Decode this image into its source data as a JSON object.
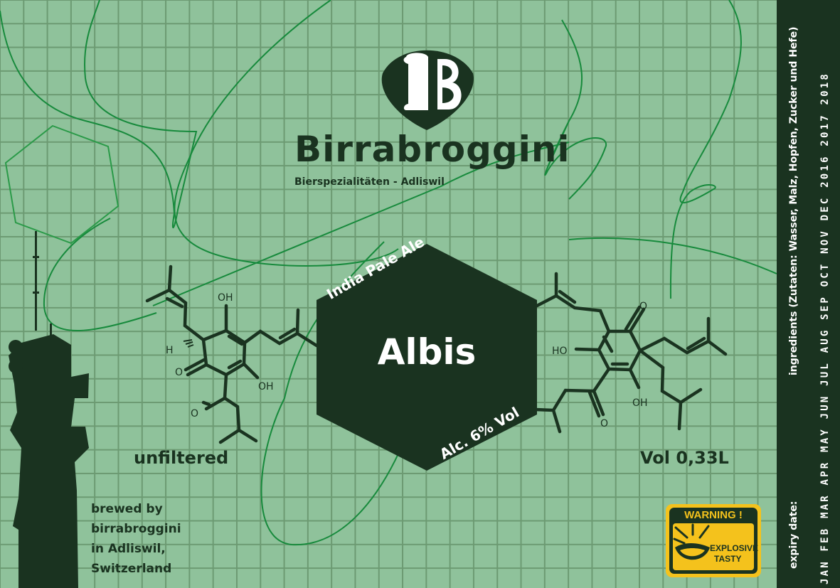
{
  "brand": {
    "name": "Birrabroggini",
    "subtitle": "Bierspezialitäten - Adliswil",
    "logo_letter": "B",
    "logo_icon": "beer-mug-B-icon"
  },
  "beer": {
    "style": "India Pale Ale",
    "name": "Albis",
    "alcohol": "Alc. 6% Vol",
    "filtration": "unfiltered",
    "volume": "Vol 0,33L"
  },
  "brewer": {
    "line1": "brewed by",
    "line2": "birrabroggini",
    "line3": "in Adliswil,",
    "line4": "Switzerland"
  },
  "side_panel": {
    "ingredients": "ingredients (Zutaten: Wasser, Malz, Hopfen, Zucker und Hefe)",
    "expiry_label": "expiry date:",
    "months": "JAN FEB MAR APR MAY JUN JUL AUG SEP OCT NOV DEC 2016 2017 2018"
  },
  "warning": {
    "title": "WARNING !",
    "line1": "EXPLOSIVE",
    "line2": "TASTY",
    "icon": "exploding-mouth-icon"
  },
  "colors": {
    "background": "#8fc29b",
    "grid": "#6c9a72",
    "dark": "#1a3320",
    "curve": "#178a3c",
    "warning_yellow": "#f4c21c",
    "white": "#ffffff"
  },
  "molecule_labels": {
    "left_oh_top": "OH",
    "left_h": "H",
    "left_o1": "O",
    "left_oh_bottom": "OH",
    "left_o2": "O",
    "right_o_top": "O",
    "right_ho": "HO",
    "right_oh": "OH",
    "right_o_bottom": "O"
  }
}
